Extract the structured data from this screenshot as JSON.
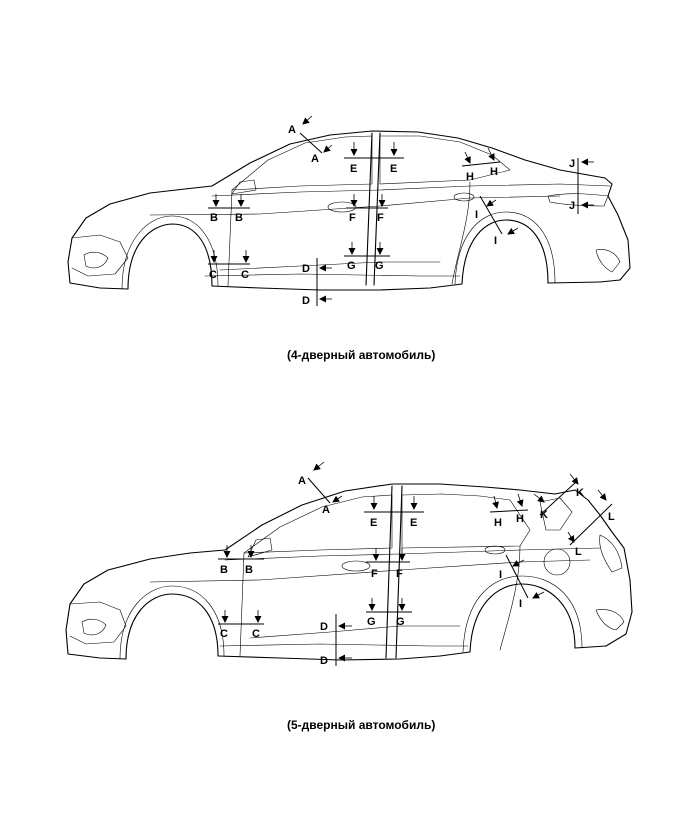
{
  "figures": [
    {
      "caption": "(4-дверный автомобиль)",
      "labels": {
        "A": "A",
        "B": "B",
        "C": "C",
        "D": "D",
        "E": "E",
        "F": "F",
        "G": "G",
        "H": "H",
        "I": "I",
        "J": "J"
      }
    },
    {
      "caption": "(5-дверный автомобиль)",
      "labels": {
        "A": "A",
        "B": "B",
        "C": "C",
        "D": "D",
        "E": "E",
        "F": "F",
        "G": "G",
        "H": "H",
        "I": "I",
        "K": "K",
        "L": "L"
      }
    }
  ]
}
